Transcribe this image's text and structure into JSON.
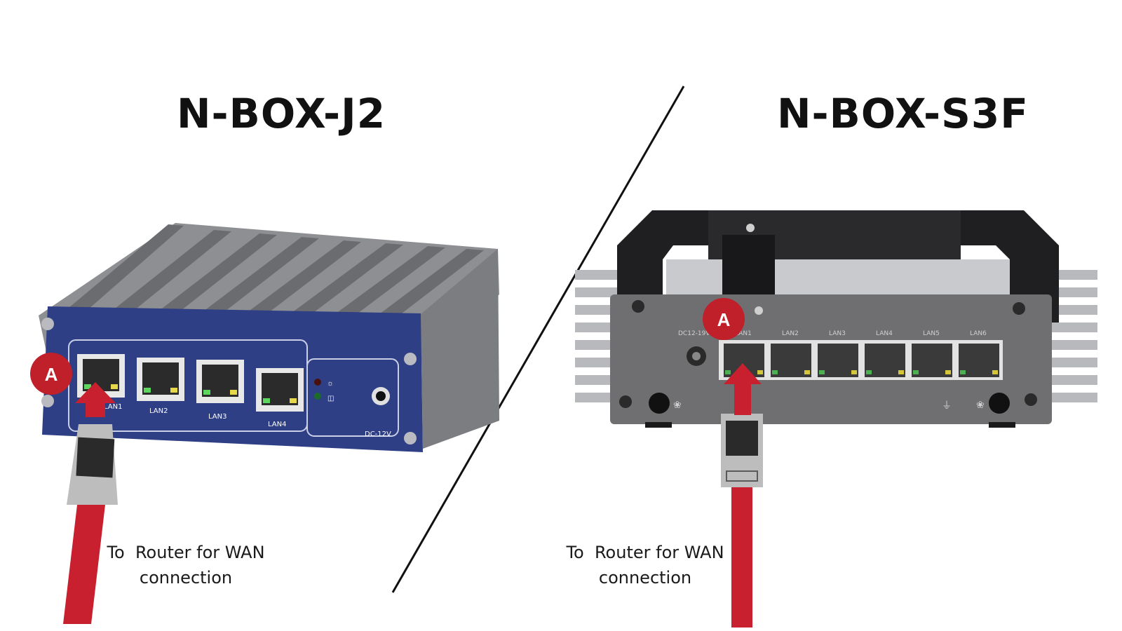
{
  "left_device": {
    "title": "N-BOX-J2",
    "port_labels": [
      "LAN1",
      "LAN2",
      "LAN3",
      "LAN4"
    ],
    "power_label": "DC-12V",
    "marker": "A",
    "caption_line1": "To  Router for WAN",
    "caption_line2": "connection"
  },
  "right_device": {
    "title": "N-BOX-S3F",
    "port_labels": [
      "LAN1",
      "LAN2",
      "LAN3",
      "LAN4",
      "LAN5",
      "LAN6"
    ],
    "power_label": "DC12-19V",
    "marker": "A",
    "caption_line1": "To  Router for WAN",
    "caption_line2": "connection"
  },
  "colors": {
    "cable_red": "#c8202e",
    "marker_red": "#c0202a",
    "j2_face_blue": "#2e3f86",
    "s3f_face_gray": "#6f6f72"
  }
}
